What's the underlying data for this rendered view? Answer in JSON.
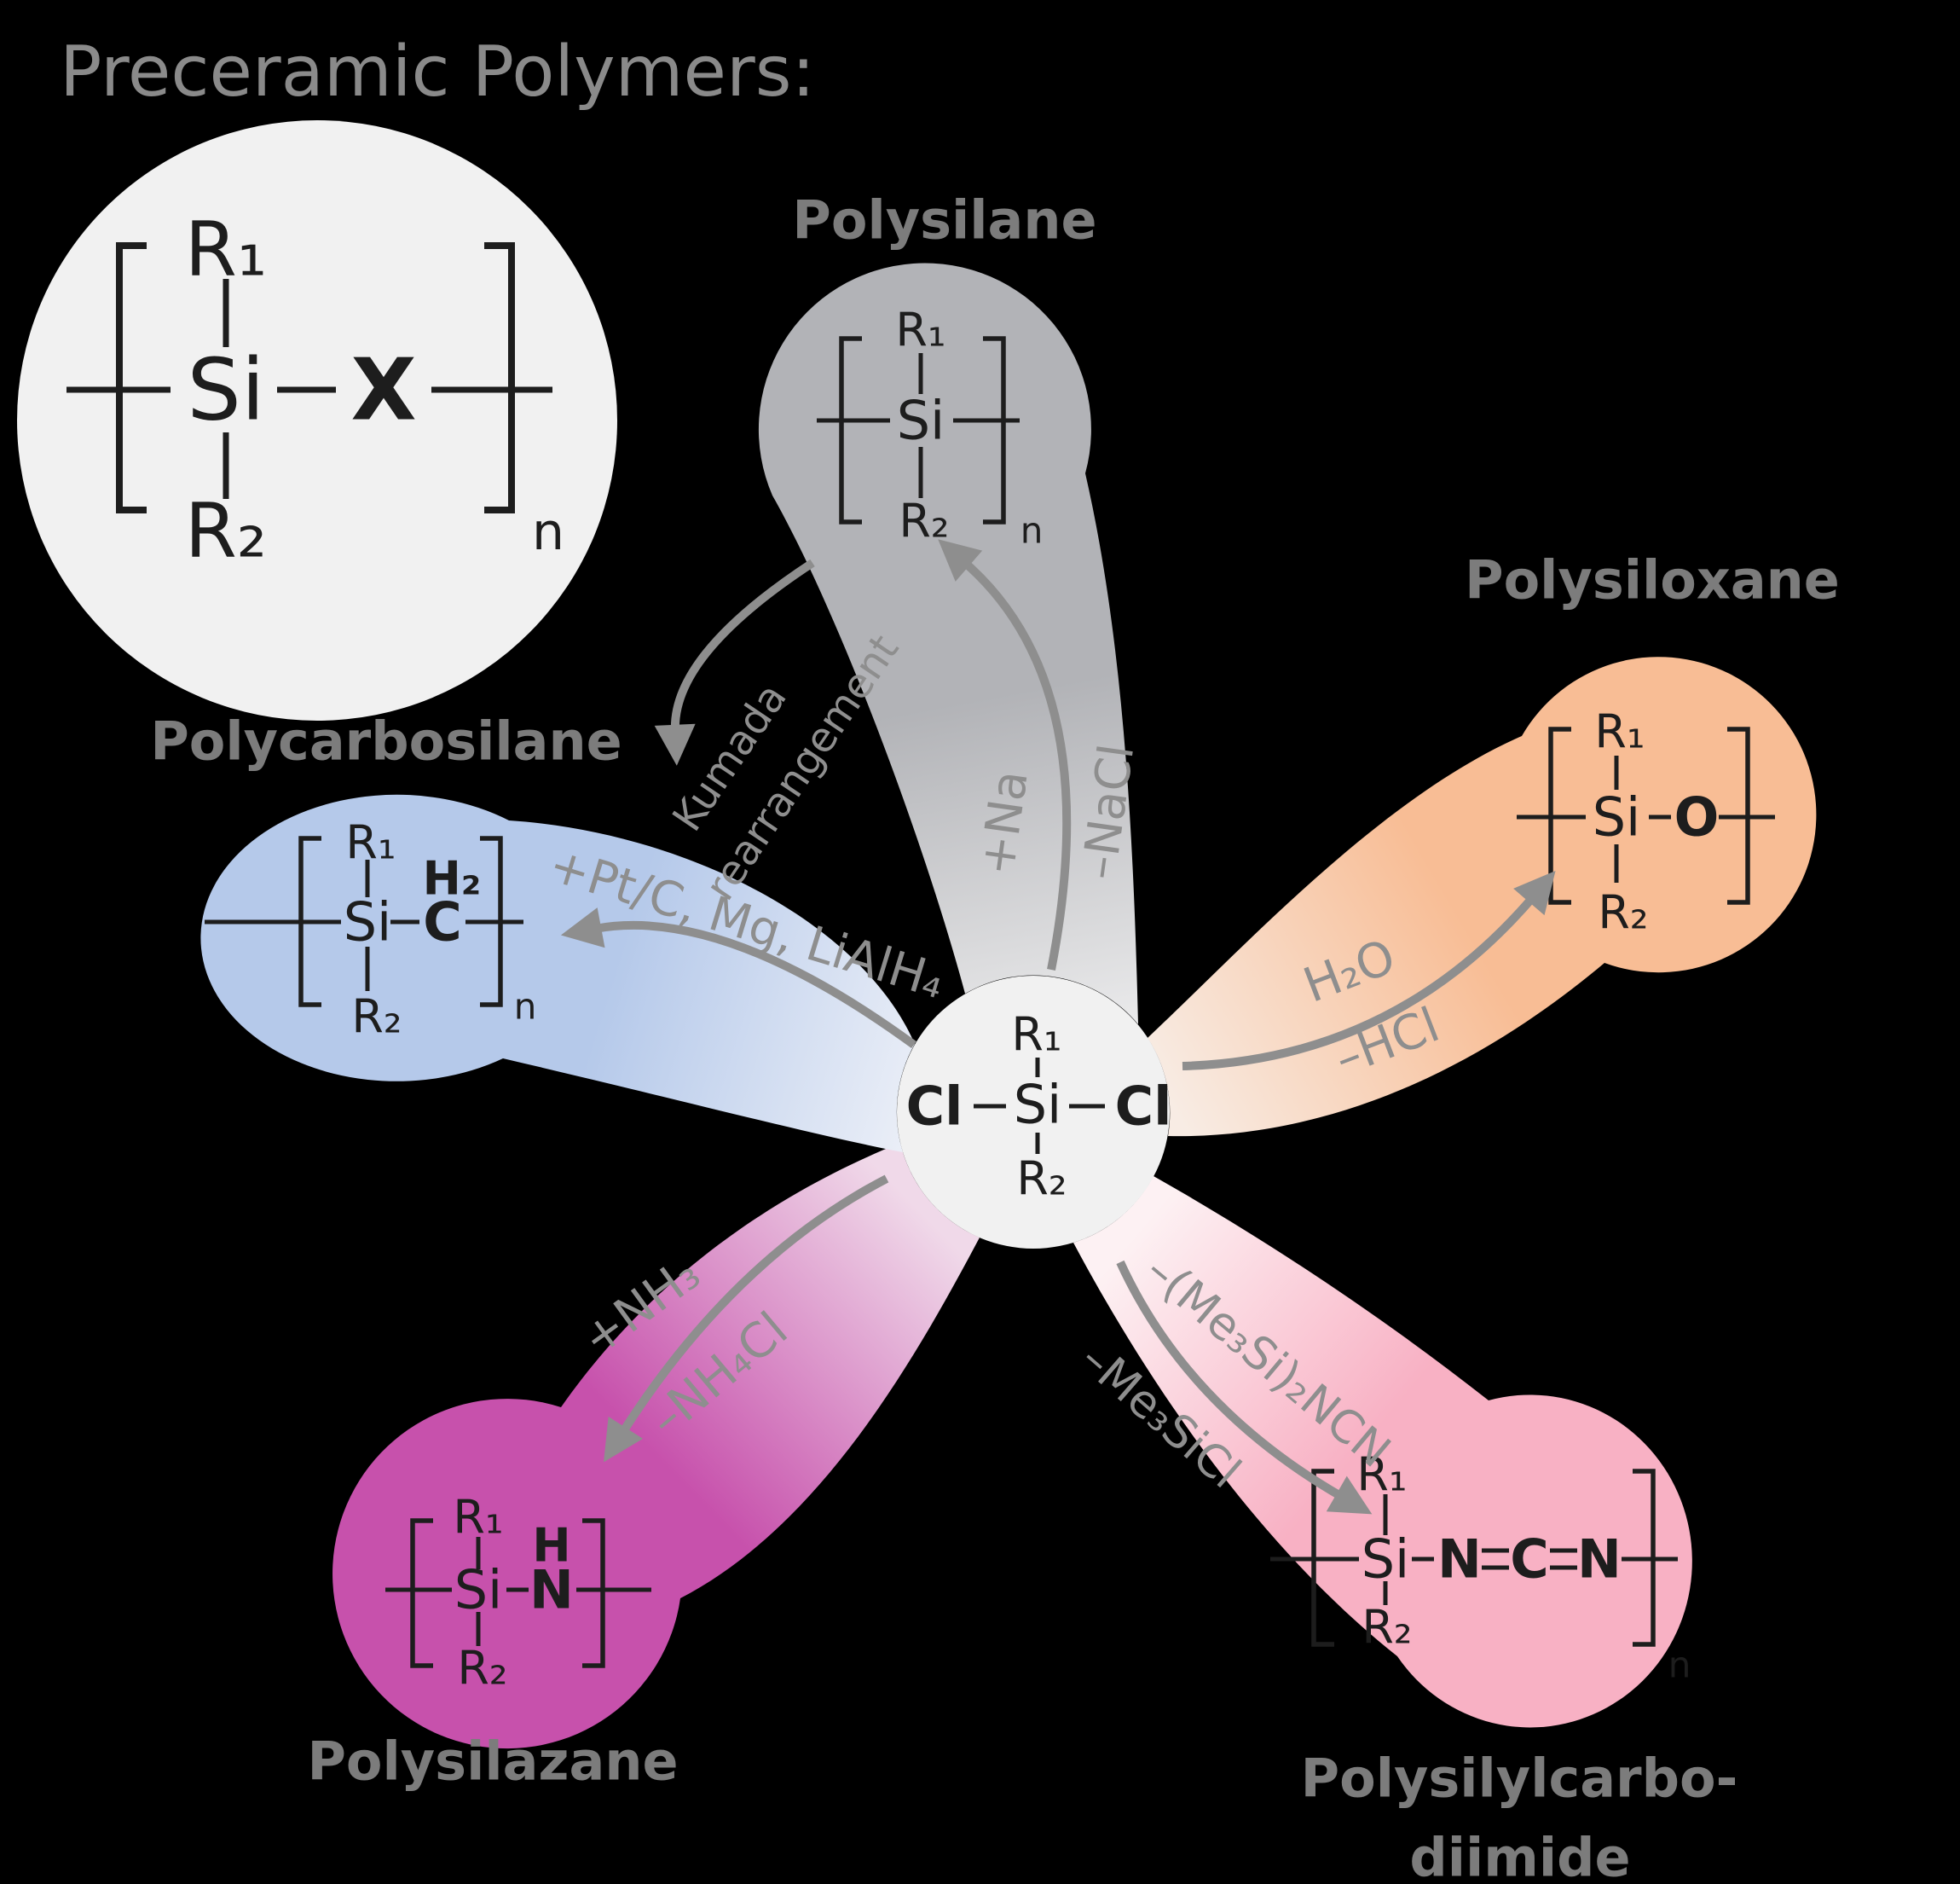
{
  "title": "Preceramic Polymers:",
  "colors": {
    "background": "#000000",
    "circle_fill": "#f1f1f1",
    "structure_ink": "#1d1d1d",
    "title_gray": "#8a8a8a",
    "petal_label_gray": "#7c7c7c",
    "arrow_gray": "#8e8e8e",
    "polysilane": "#b2b3b7",
    "polysilane_light": "#ebebec",
    "polysiloxane": "#f8bd95",
    "polysiloxane_light": "#f8ece4",
    "polysilylcarbodiimide": "#f8b1c4",
    "polysilylcarbodiimide_light": "#fdf1f3",
    "polysilazane": "#c751ac",
    "polysilazane_light": "#f0d9e9",
    "polycarbosilane": "#b5c9ea",
    "polycarbosilane_light": "#eaeef7"
  },
  "petal_labels": {
    "polysilane": "Polysilane",
    "polysiloxane": "Polysiloxane",
    "polycarbosilane": "Polycarbosilane",
    "polysilazane": "Polysilazane",
    "polysilylcarbodiimide_line1": "Polysilylcarbo-",
    "polysilylcarbodiimide_line2": "diimide"
  },
  "reactions": {
    "na": {
      "reagent": "+Na",
      "byproduct": "–NaCl"
    },
    "h2o": {
      "reagent": "H₂O",
      "byproduct": "–HCl"
    },
    "ncn": {
      "reagent": "–(Me₃Si)₂NCN",
      "byproduct": "–Me₃SiCl"
    },
    "nh3": {
      "reagent": "+NH₃",
      "byproduct": "–NH₄Cl"
    },
    "pt": {
      "reagent": "+Pt/C, Mg, LiAlH₄"
    },
    "kumada": {
      "line1": "Kumada",
      "line2": "rearrangement"
    }
  },
  "structures": {
    "generic": {
      "r1": "R₁",
      "si": "Si",
      "x": "X",
      "r2": "R₂",
      "n": "n"
    },
    "monomer": {
      "r1": "R₁",
      "cl_left": "Cl",
      "si": "Si",
      "cl_right": "Cl",
      "r2": "R₂"
    },
    "polysilane": {
      "r1": "R₁",
      "si": "Si",
      "r2": "R₂",
      "n": "n"
    },
    "polysiloxane": {
      "r1": "R₁",
      "si": "Si",
      "o": "O",
      "r2": "R₂"
    },
    "polycarbosilane": {
      "r1": "R₁",
      "si": "Si",
      "c": "C",
      "h2": "H₂",
      "r2": "R₂",
      "n": "n"
    },
    "polysilazane": {
      "r1": "R₁",
      "si": "Si",
      "n": "N",
      "h": "H",
      "r2": "R₂"
    },
    "polysilylcarbodiimide": {
      "r1": "R₁",
      "si": "Si",
      "n1": "N",
      "c": "C",
      "n2": "N",
      "r2": "R₂",
      "n": "n"
    }
  }
}
